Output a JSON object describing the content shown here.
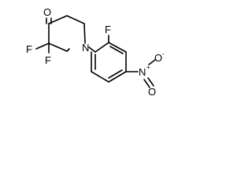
{
  "molecule": {
    "atoms": {
      "oxygen_carbonyl": "O",
      "fluorine_1": "F",
      "fluorine_2": "F",
      "nitrogen_piperidine": "N",
      "fluorine_aryl": "F",
      "nitrogen_nitro": "N",
      "nitro_charge_n": "+",
      "oxygen_nitro_top": "O",
      "nitro_charge_o": "-",
      "oxygen_nitro_bottom": "O"
    }
  },
  "colors": {
    "ink": "#000000",
    "background": "#ffffff"
  }
}
